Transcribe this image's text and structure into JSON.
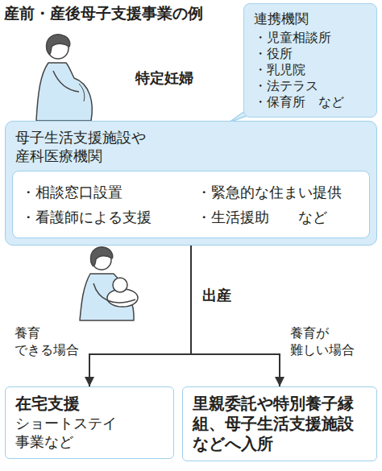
{
  "diagram": {
    "title": "産前・産後母子支援事業の例",
    "nodes": [
      {
        "text": [
          "連携機関",
          "・児童相談所",
          "・役所",
          "・乳児院",
          "・法テラス",
          "・保育所　など"
        ]
      },
      {
        "text": [
          "母子生活支援施設や 産科医療機関"
        ]
      },
      {
        "text": [
          "・相談窓口設置",
          "・緊急的な住まい提供",
          "・看護師による支援",
          "・生活援助　　など"
        ],
        "in": 1
      },
      {
        "text": [
          "在宅支援",
          "ショートステイ 事業など"
        ]
      },
      {
        "text": [
          "里親委託や特別養子縁組、母子生活支援施設などへ入所"
        ]
      }
    ],
    "edges": [
      {
        "from": 2,
        "to": 3,
        "label": "養育 できる場合",
        "arrow": "to"
      },
      {
        "from": 2,
        "to": 4,
        "label": "養育が 難しい場合",
        "arrow": "to"
      }
    ],
    "labels": [
      "特定妊婦",
      "出産"
    ]
  }
}
